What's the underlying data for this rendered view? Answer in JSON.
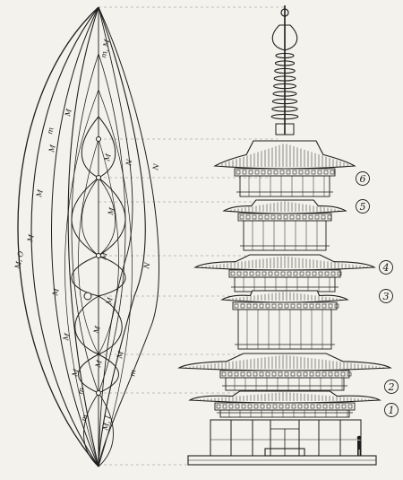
{
  "tier_labels": [
    "6",
    "5",
    "4",
    "3",
    "2",
    "1"
  ],
  "curve_labels": [
    "M, O",
    "M",
    "M",
    "M",
    "M",
    "m",
    "M",
    "M",
    "M",
    "m",
    "M",
    "M",
    "M",
    "N",
    "N",
    "N",
    "M",
    "M",
    "M",
    "M",
    "m",
    "M, I",
    "m, M",
    "m"
  ],
  "colors": {
    "ink": "#1e1e1e",
    "paper": "#f4f2ec",
    "guide": "#8c8c8c"
  },
  "icons": [
    "pagoda-drawing",
    "human-figure-icon",
    "finial-ring-icon"
  ]
}
